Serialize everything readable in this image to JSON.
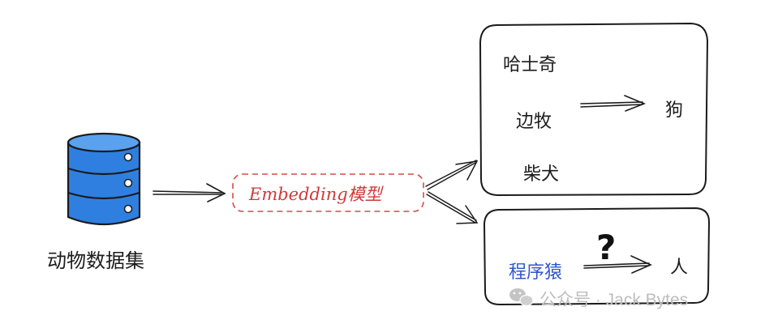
{
  "source": {
    "label": "动物数据集",
    "icon": "database-icon",
    "color": "#2f7fe0"
  },
  "model": {
    "label": "Embedding模型",
    "color": "#d13a3a"
  },
  "animals_group": {
    "items": [
      "哈士奇",
      "边牧",
      "柴犬"
    ],
    "target": "狗"
  },
  "other_group": {
    "item": "程序猿",
    "unknown": "?",
    "target": "人",
    "item_color": "#3355cc"
  },
  "watermark": {
    "icon": "wechat-icon",
    "text": "公众号 · Jack Bytes"
  }
}
